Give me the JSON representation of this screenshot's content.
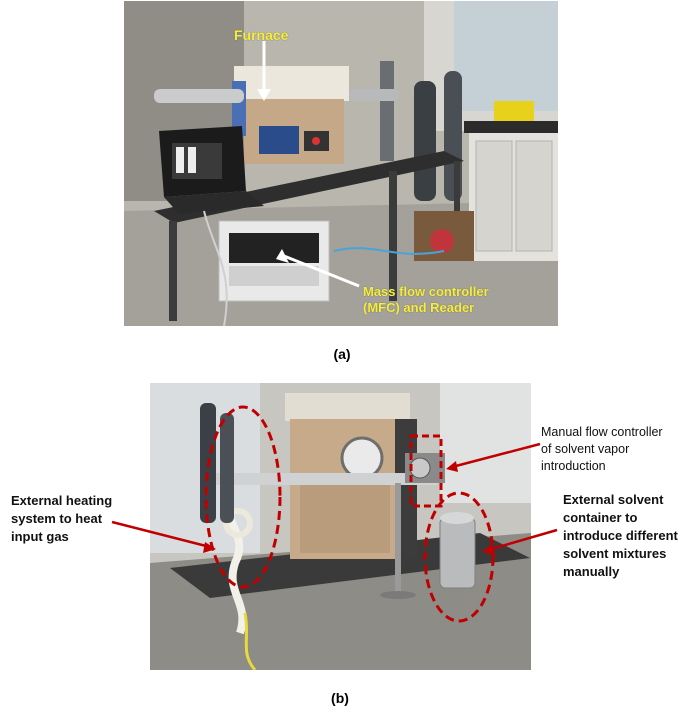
{
  "figure": {
    "panel_a": {
      "caption": "(a)",
      "labels": {
        "furnace": "Furnace",
        "mfc_line1": "Mass flow controller",
        "mfc_line2": "(MFC) and Reader"
      }
    },
    "panel_b": {
      "caption": "(b)",
      "annotations": {
        "manual_flow": [
          "Manual flow controller",
          "of solvent vapor",
          "introduction"
        ],
        "external_heating": [
          "External heating",
          "system to heat",
          "input gas"
        ],
        "external_solvent": [
          "External solvent",
          "container to",
          "introduce different",
          "solvent mixtures",
          "manually"
        ]
      }
    },
    "colors": {
      "callout_yellow": "#f6ee3a",
      "annotation_red": "#c00000",
      "arrow_white": "#ffffff"
    }
  }
}
